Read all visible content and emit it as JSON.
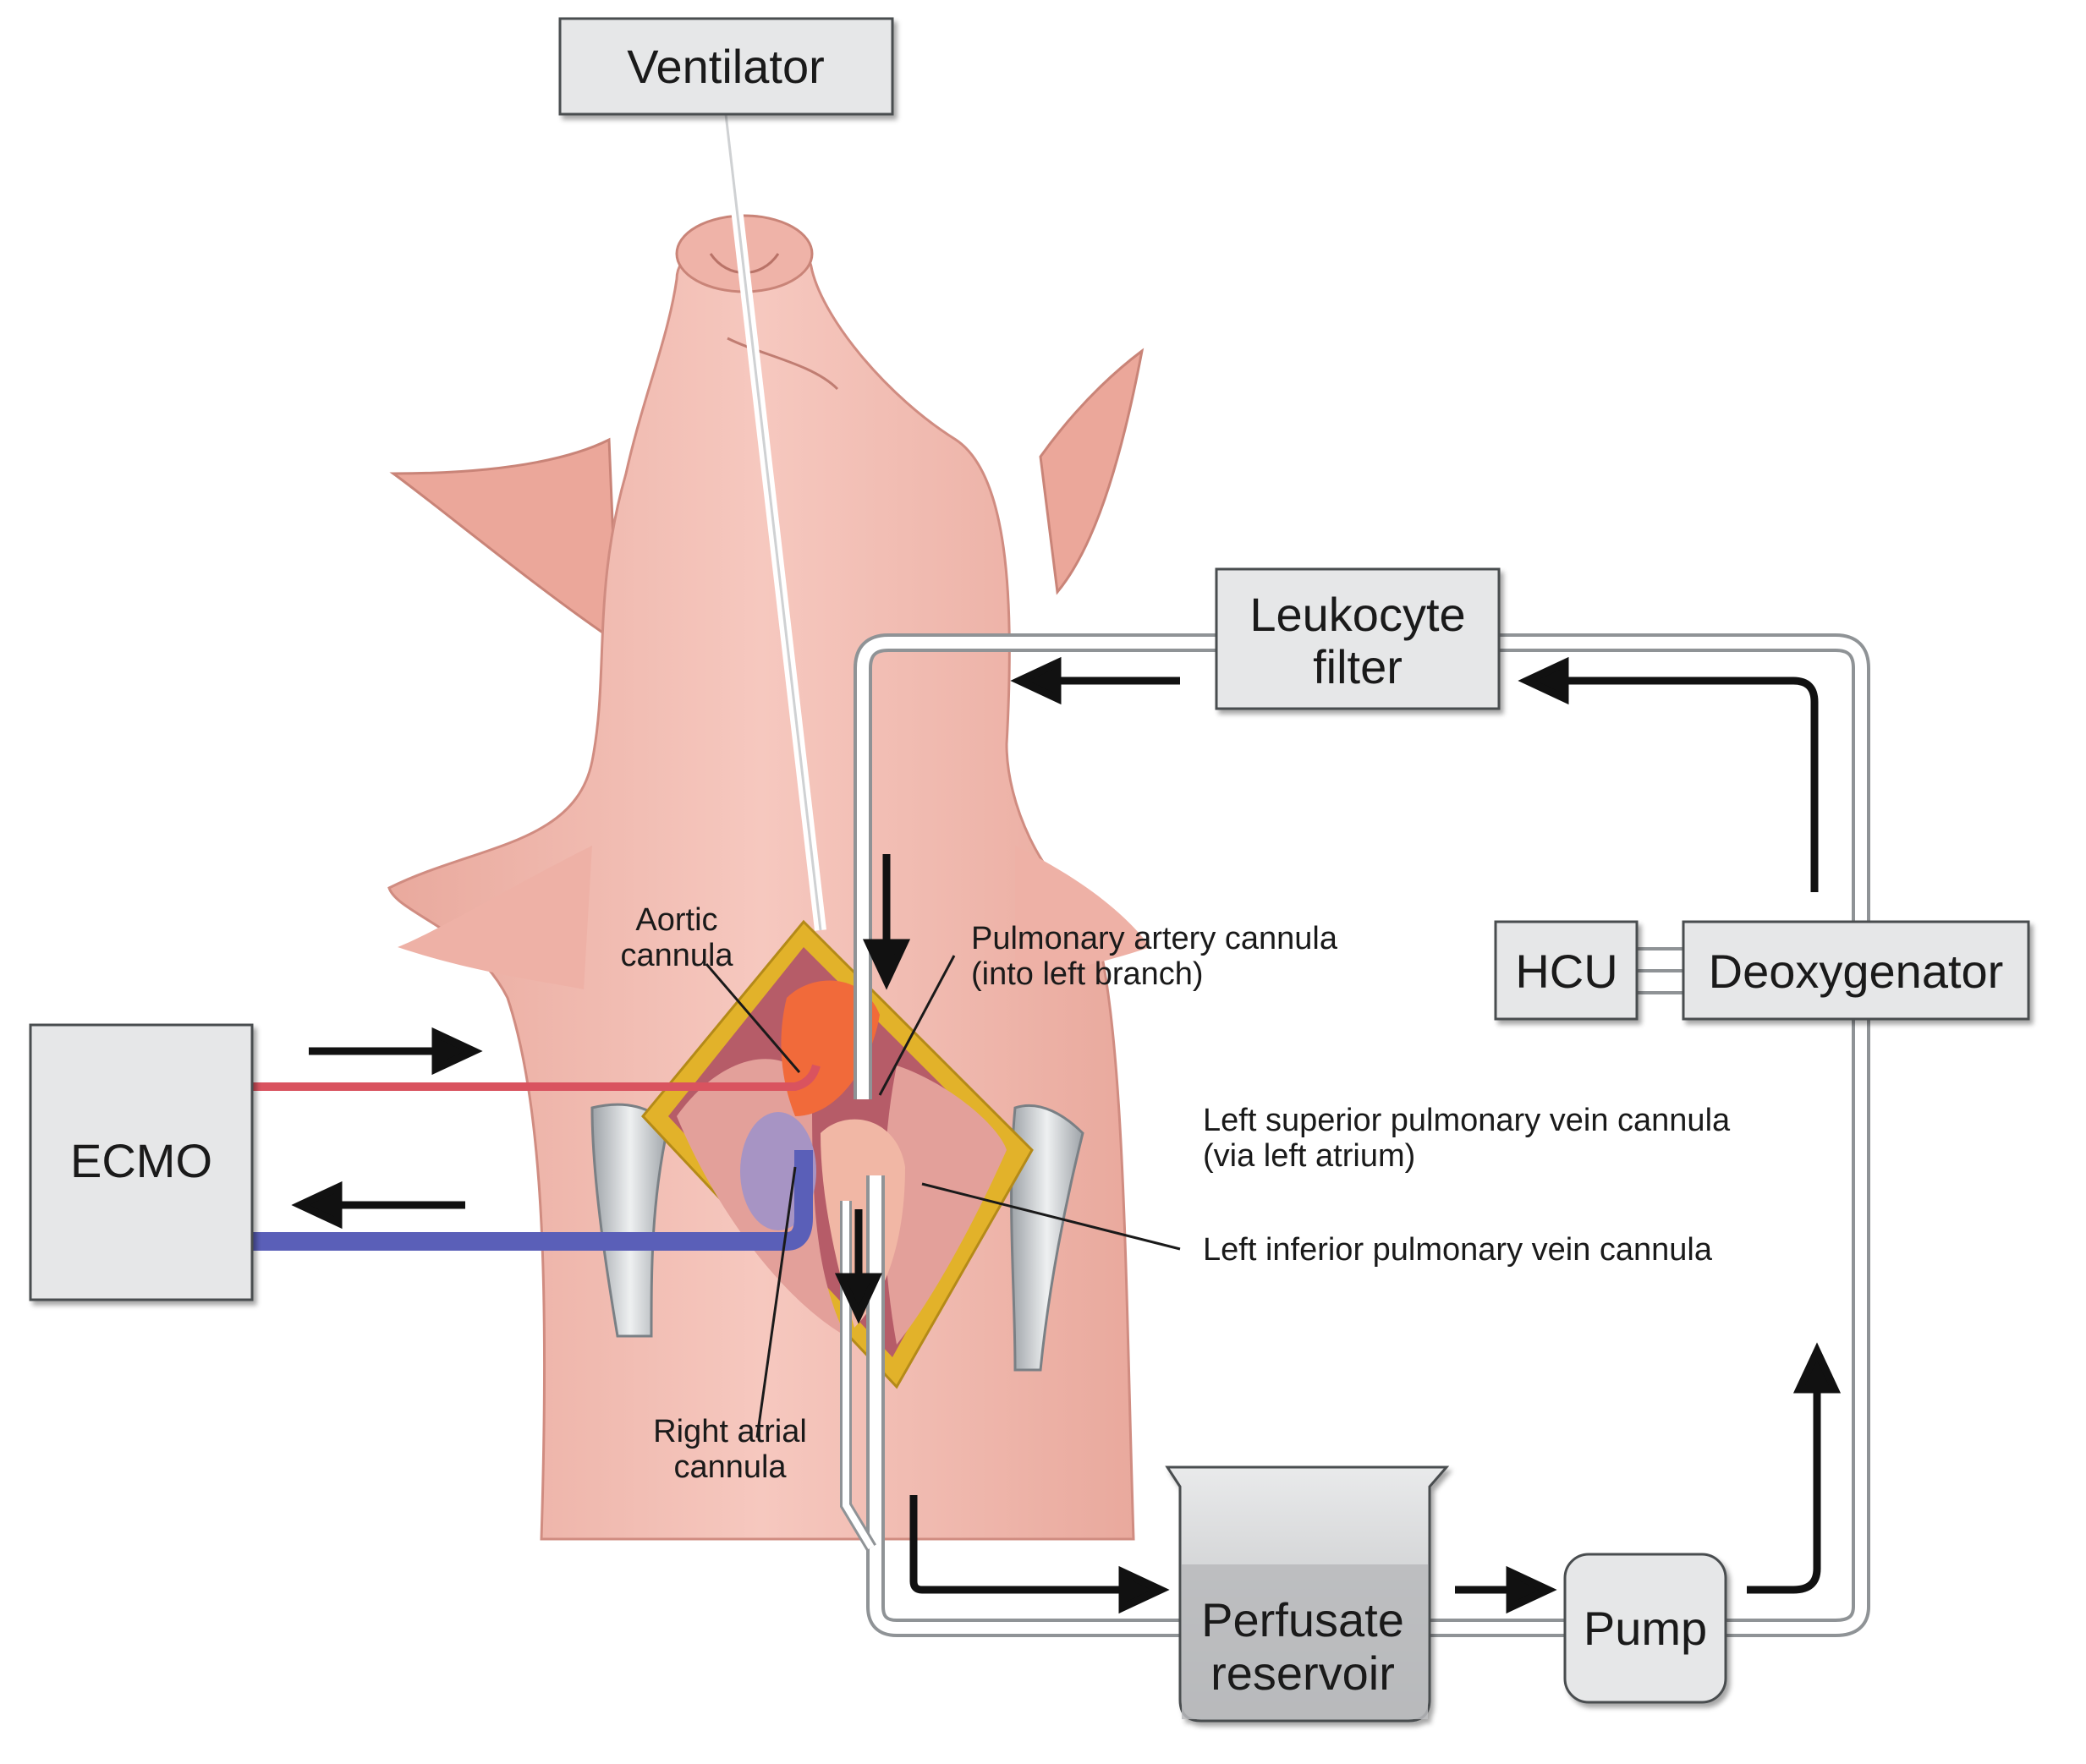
{
  "boxes": {
    "ventilator": "Ventilator",
    "leukocyte_filter": [
      "Leukocyte",
      "filter"
    ],
    "hcu": "HCU",
    "deoxygenator": "Deoxygenator",
    "ecmo": "ECMO",
    "perfusate_reservoir": [
      "Perfusate",
      "reservoir"
    ],
    "pump": "Pump"
  },
  "labels": {
    "aortic_cannula": [
      "Aortic",
      "cannula"
    ],
    "pulmonary_artery_cannula": [
      "Pulmonary artery cannula",
      "(into left branch)"
    ],
    "left_superior_pv_cannula": [
      "Left superior pulmonary vein cannula",
      "(via left atrium)"
    ],
    "left_inferior_pv_cannula": "Left inferior pulmonary vein cannula",
    "right_atrial_cannula": [
      "Right atrial",
      "cannula"
    ]
  },
  "colors": {
    "skin": "#f0b8ad",
    "skin_dark": "#d9948a",
    "box_fill": "#e6e7e8",
    "arterial_line": "#d9535f",
    "venous_line": "#5a5fb8",
    "incision_border": "#e2b22a"
  }
}
